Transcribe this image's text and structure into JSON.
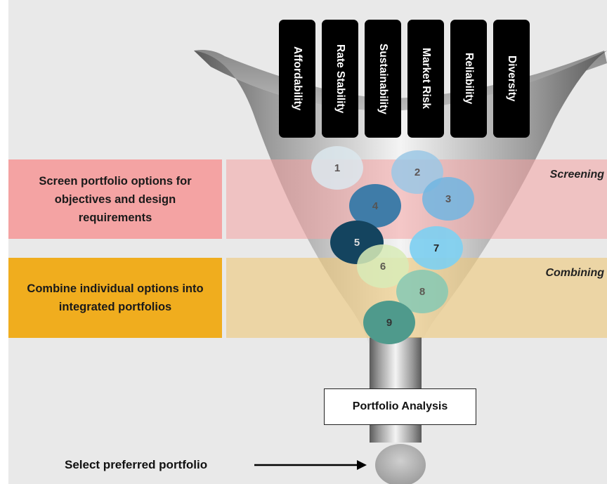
{
  "criteria": [
    "Affordability",
    "Rate Stability",
    "Sustainability",
    "Market Risk",
    "Reliability",
    "Diversity"
  ],
  "screening": {
    "left_text": "Screen portfolio options for objectives and design requirements",
    "right_label": "Screening"
  },
  "combining": {
    "left_text": "Combine individual options into integrated portfolios",
    "right_label": "Combining"
  },
  "options": [
    {
      "label": "1",
      "color": "#dce8ee"
    },
    {
      "label": "2",
      "color": "#9cc8e6"
    },
    {
      "label": "3",
      "color": "#72b6e2"
    },
    {
      "label": "4",
      "color": "#3f7ca8"
    },
    {
      "label": "5",
      "color": "#14445f"
    },
    {
      "label": "6",
      "color": "#d9ecb8"
    },
    {
      "label": "7",
      "color": "#7dd0f2"
    },
    {
      "label": "8",
      "color": "#86c9b4"
    },
    {
      "label": "9",
      "color": "#4f9a8c"
    }
  ],
  "analysis_label": "Portfolio Analysis",
  "select_label": "Select preferred portfolio"
}
